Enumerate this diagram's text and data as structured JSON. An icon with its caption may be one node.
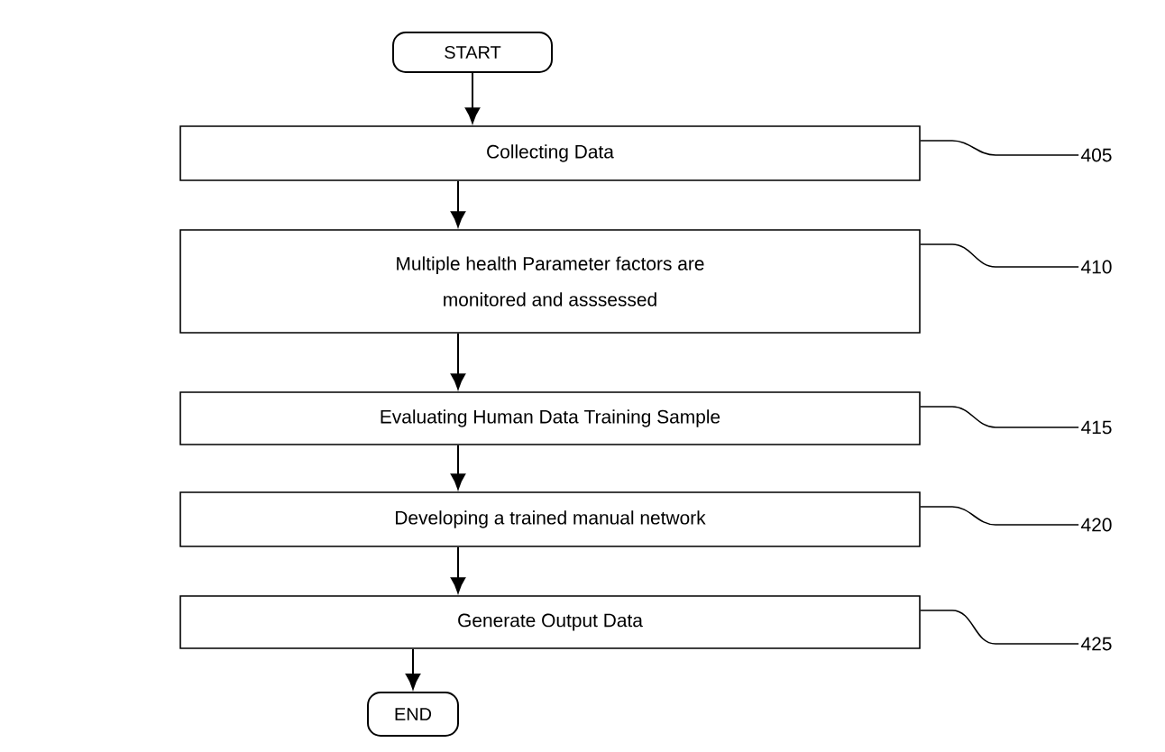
{
  "diagram": {
    "nodes": [
      {
        "text": [
          "START"
        ]
      },
      {
        "text": [
          "Collecting  Data"
        ]
      },
      {
        "text": [
          "Multiple health Parameter factors are monitored and asssessed"
        ]
      },
      {
        "text": [
          "Evaluating Human Data  Training Sample"
        ]
      },
      {
        "text": [
          "Developing a  trained manual network"
        ]
      },
      {
        "text": [
          "Generate Output Data"
        ]
      },
      {
        "text": [
          "END"
        ]
      },
      {
        "text": [
          "405"
        ]
      },
      {
        "text": [
          "410"
        ]
      },
      {
        "text": [
          "415"
        ]
      },
      {
        "text": [
          "420"
        ]
      },
      {
        "text": [
          "425"
        ]
      }
    ],
    "edges": [
      {
        "from": 0,
        "to": 1,
        "arrow": "to"
      },
      {
        "from": 1,
        "to": 2,
        "arrow": "to"
      },
      {
        "from": 2,
        "to": 3,
        "arrow": "to"
      },
      {
        "from": 3,
        "to": 4,
        "arrow": "to"
      },
      {
        "from": 4,
        "to": 5,
        "arrow": "to"
      },
      {
        "from": 5,
        "to": 6,
        "arrow": "to"
      },
      {
        "from": 7,
        "to": 1,
        "arrow": "none"
      },
      {
        "from": 8,
        "to": 2,
        "arrow": "none"
      },
      {
        "from": 9,
        "to": 3,
        "arrow": "none"
      },
      {
        "from": 10,
        "to": 4,
        "arrow": "none"
      },
      {
        "from": 11,
        "to": 5,
        "arrow": "none"
      }
    ]
  }
}
